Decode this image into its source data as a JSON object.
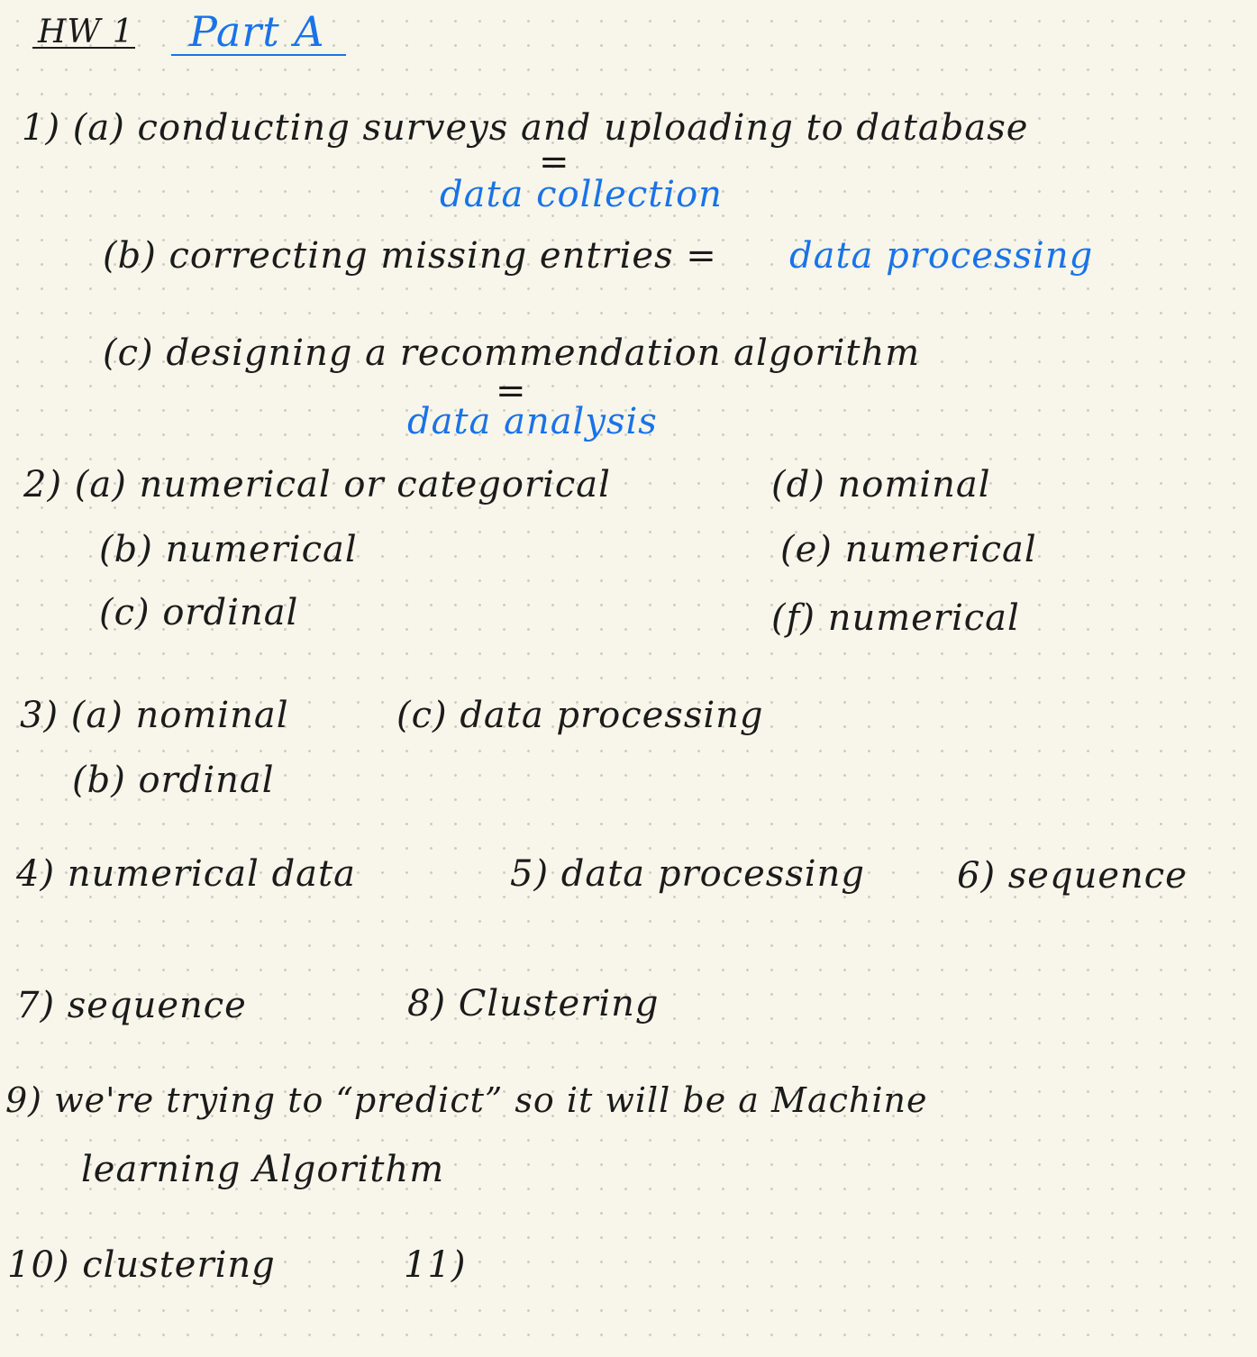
{
  "header": {
    "hw": "HW 1",
    "part": "Part A"
  },
  "q1": {
    "a_text": "1)   (a) conducting surveys and uploading to database",
    "a_eq": "=",
    "a_answer": "data collection",
    "b_text": "(b) correcting missing entries  =",
    "b_answer": "data processing",
    "c_text": "(c) designing a recommendation algorithm",
    "c_eq": "=",
    "c_answer": "data analysis"
  },
  "q2": {
    "a": "2) (a)   numerical   or   categorical",
    "b": "(b)   numerical",
    "c": "(c)   ordinal",
    "d": "(d)   nominal",
    "e": "(e)   numerical",
    "f": "(f)   numerical"
  },
  "q3": {
    "a": "3) (a)  nominal",
    "b": "(b)   ordinal",
    "c": "(c)  data  processing"
  },
  "q4": "4)   numerical  data",
  "q5": "5)  data  processing",
  "q6": "6)  sequence",
  "q7": "7)  sequence",
  "q8": "8)   Clustering",
  "q9": {
    "line1": "9)  we're  trying   to  “predict”  so   it   will   be   a   Machine",
    "line2": "learning  Algorithm"
  },
  "q10": "10)  clustering",
  "q11": "11)"
}
